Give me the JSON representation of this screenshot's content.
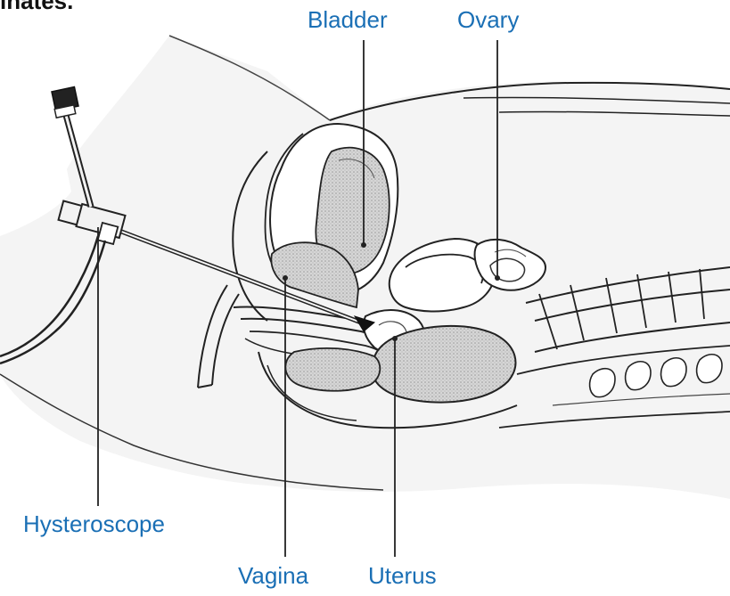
{
  "header": {
    "partial_text": "inates."
  },
  "labels": {
    "bladder": "Bladder",
    "ovary": "Ovary",
    "hysteroscope": "Hysteroscope",
    "vagina": "Vagina",
    "uterus": "Uterus"
  },
  "colors": {
    "label": "#1a6fb5",
    "line": "#222222",
    "shade": "#d8d8d8",
    "skin": "#f0f0f0"
  },
  "icons": {
    "instrument": "hysteroscope-icon"
  }
}
